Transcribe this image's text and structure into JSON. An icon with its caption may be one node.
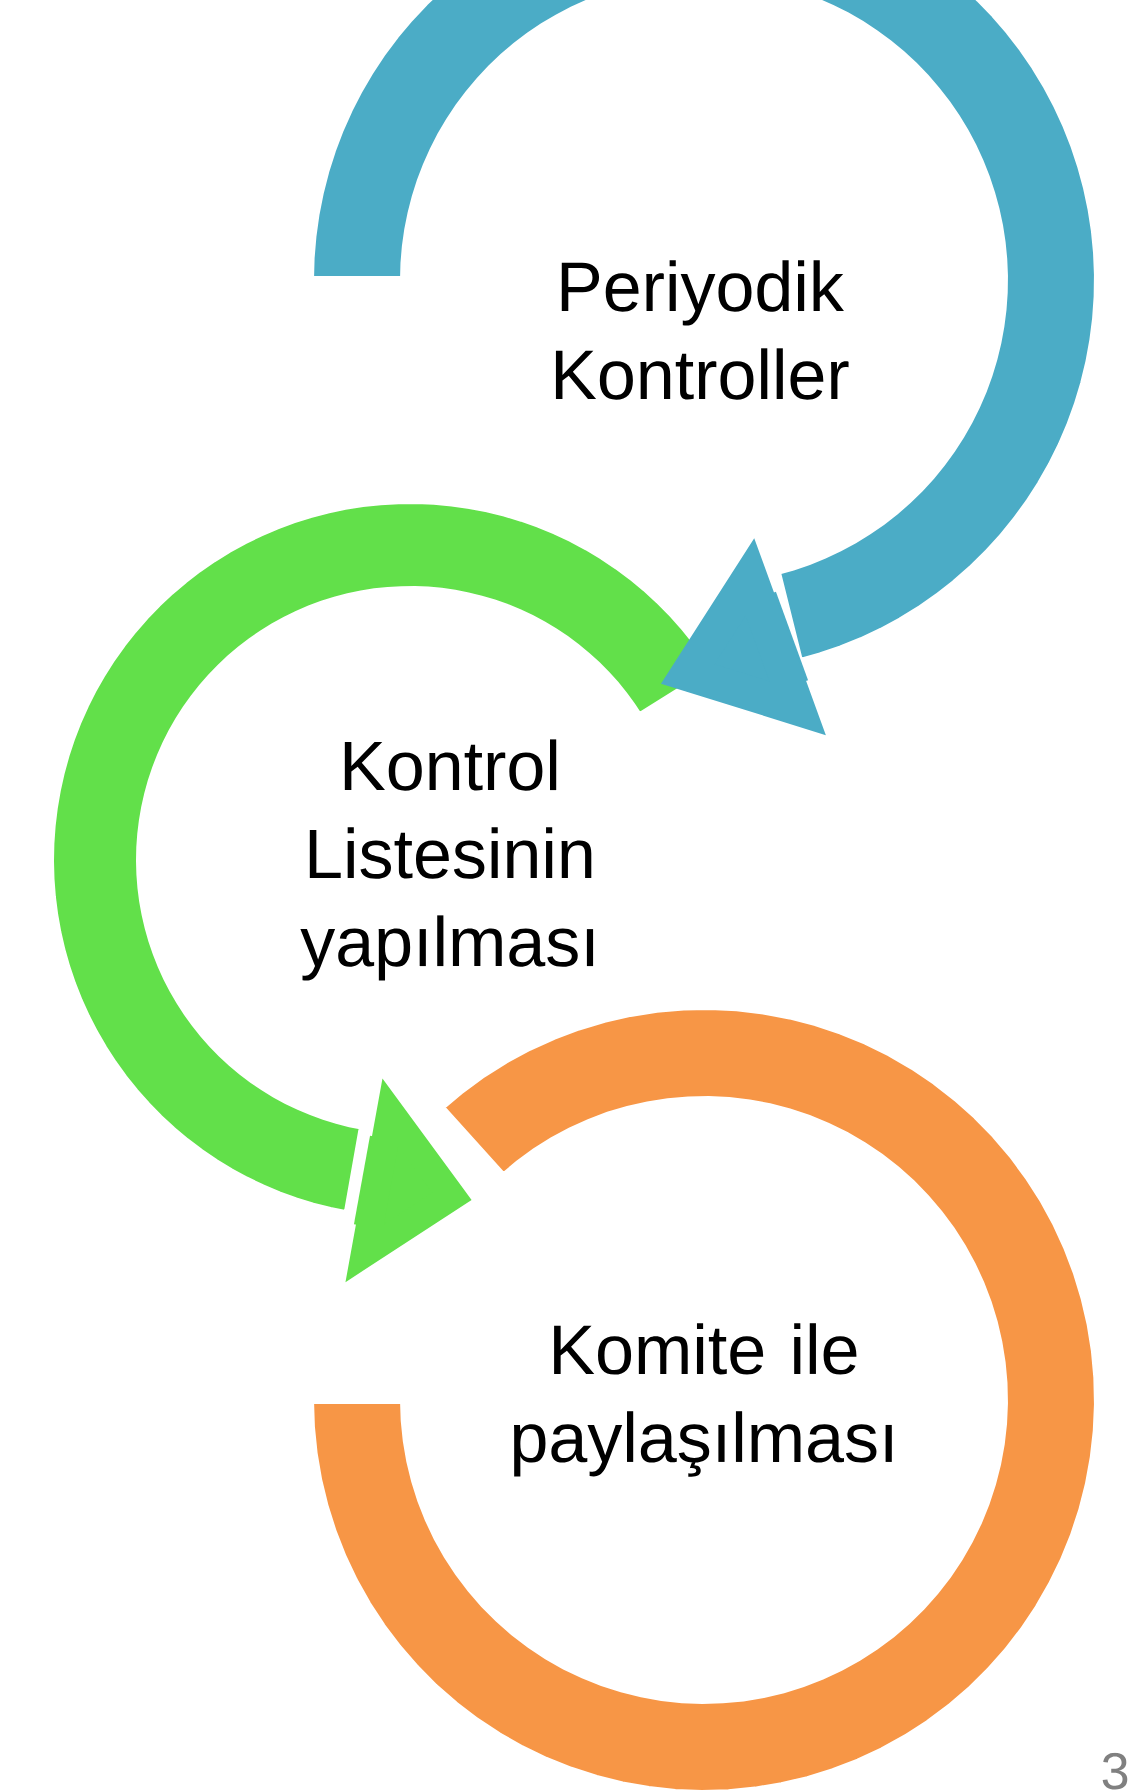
{
  "diagram": {
    "nodes": [
      {
        "text": [
          "Periyodik Kontroller"
        ]
      },
      {
        "text": [
          "Kontrol Listesinin yapılması"
        ]
      },
      {
        "text": [
          "Komite ile paylaşılması"
        ]
      }
    ],
    "edges": [
      {
        "from": 0,
        "to": 1,
        "arrow": "to",
        "color": "#4bacc6"
      },
      {
        "from": 1,
        "to": 2,
        "arrow": "to",
        "color": "#62e04a"
      }
    ],
    "labels": [
      "3"
    ]
  }
}
